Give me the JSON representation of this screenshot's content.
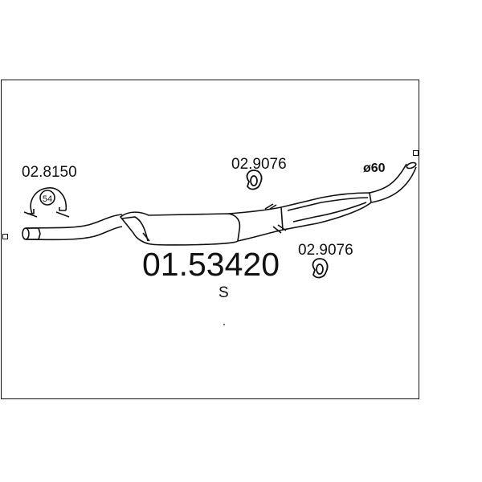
{
  "diagram": {
    "part_number": "01.53420",
    "variant_code": "S",
    "diameter_label": "ø60",
    "clamp": {
      "code": "02.8150",
      "size": "54"
    },
    "gaskets": [
      {
        "code": "02.9076"
      },
      {
        "code": "02.9076"
      }
    ]
  },
  "colors": {
    "line": "#111111",
    "background": "#ffffff"
  }
}
